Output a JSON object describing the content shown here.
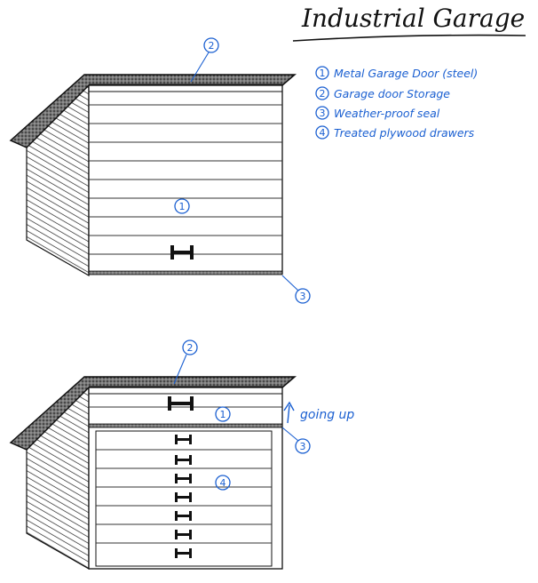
{
  "title": "Industrial Garage",
  "accent_color": "#1a5fd1",
  "legend": [
    {
      "num": "1",
      "text": "Metal Garage Door (steel)"
    },
    {
      "num": "2",
      "text": "Garage door Storage"
    },
    {
      "num": "3",
      "text": "Weather-proof seal"
    },
    {
      "num": "4",
      "text": "Treated plywood drawers"
    }
  ],
  "callouts": {
    "top_door": "1",
    "top_storage": "2",
    "top_seal": "3",
    "bottom_door": "1",
    "bottom_storage": "2",
    "bottom_seal": "3",
    "bottom_drawers": "4"
  },
  "note": "going up"
}
